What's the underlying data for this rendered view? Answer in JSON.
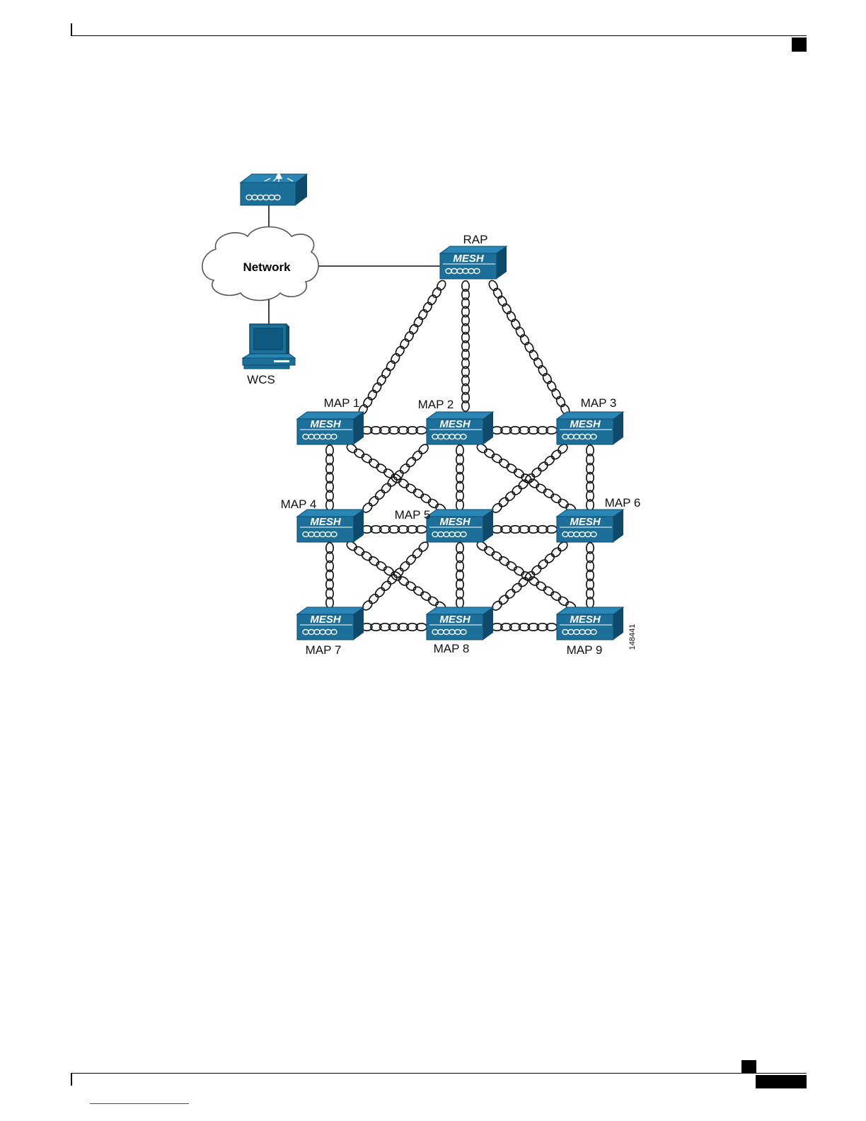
{
  "diagram": {
    "network_label": "Network",
    "wcs_label": "WCS",
    "rap": {
      "label": "RAP",
      "device_text": "MESH"
    },
    "maps": [
      {
        "id": "map1",
        "label": "MAP 1",
        "device_text": "MESH"
      },
      {
        "id": "map2",
        "label": "MAP 2",
        "device_text": "MESH"
      },
      {
        "id": "map3",
        "label": "MAP 3",
        "device_text": "MESH"
      },
      {
        "id": "map4",
        "label": "MAP 4",
        "device_text": "MESH"
      },
      {
        "id": "map5",
        "label": "MAP 5",
        "device_text": "MESH"
      },
      {
        "id": "map6",
        "label": "MAP 6",
        "device_text": "MESH"
      },
      {
        "id": "map7",
        "label": "MAP 7",
        "device_text": "MESH"
      },
      {
        "id": "map8",
        "label": "MAP 8",
        "device_text": "MESH"
      },
      {
        "id": "map9",
        "label": "MAP 9",
        "device_text": "MESH"
      }
    ],
    "figure_id": "148441",
    "colors": {
      "device_blue": "#1b6f99",
      "device_dark": "#0d4a6b",
      "device_top": "#2a86b4",
      "line": "#111111"
    },
    "icons": [
      "controller-icon",
      "network-cloud-icon",
      "workstation-icon",
      "mesh-access-point-icon",
      "wireless-link-icon"
    ]
  }
}
